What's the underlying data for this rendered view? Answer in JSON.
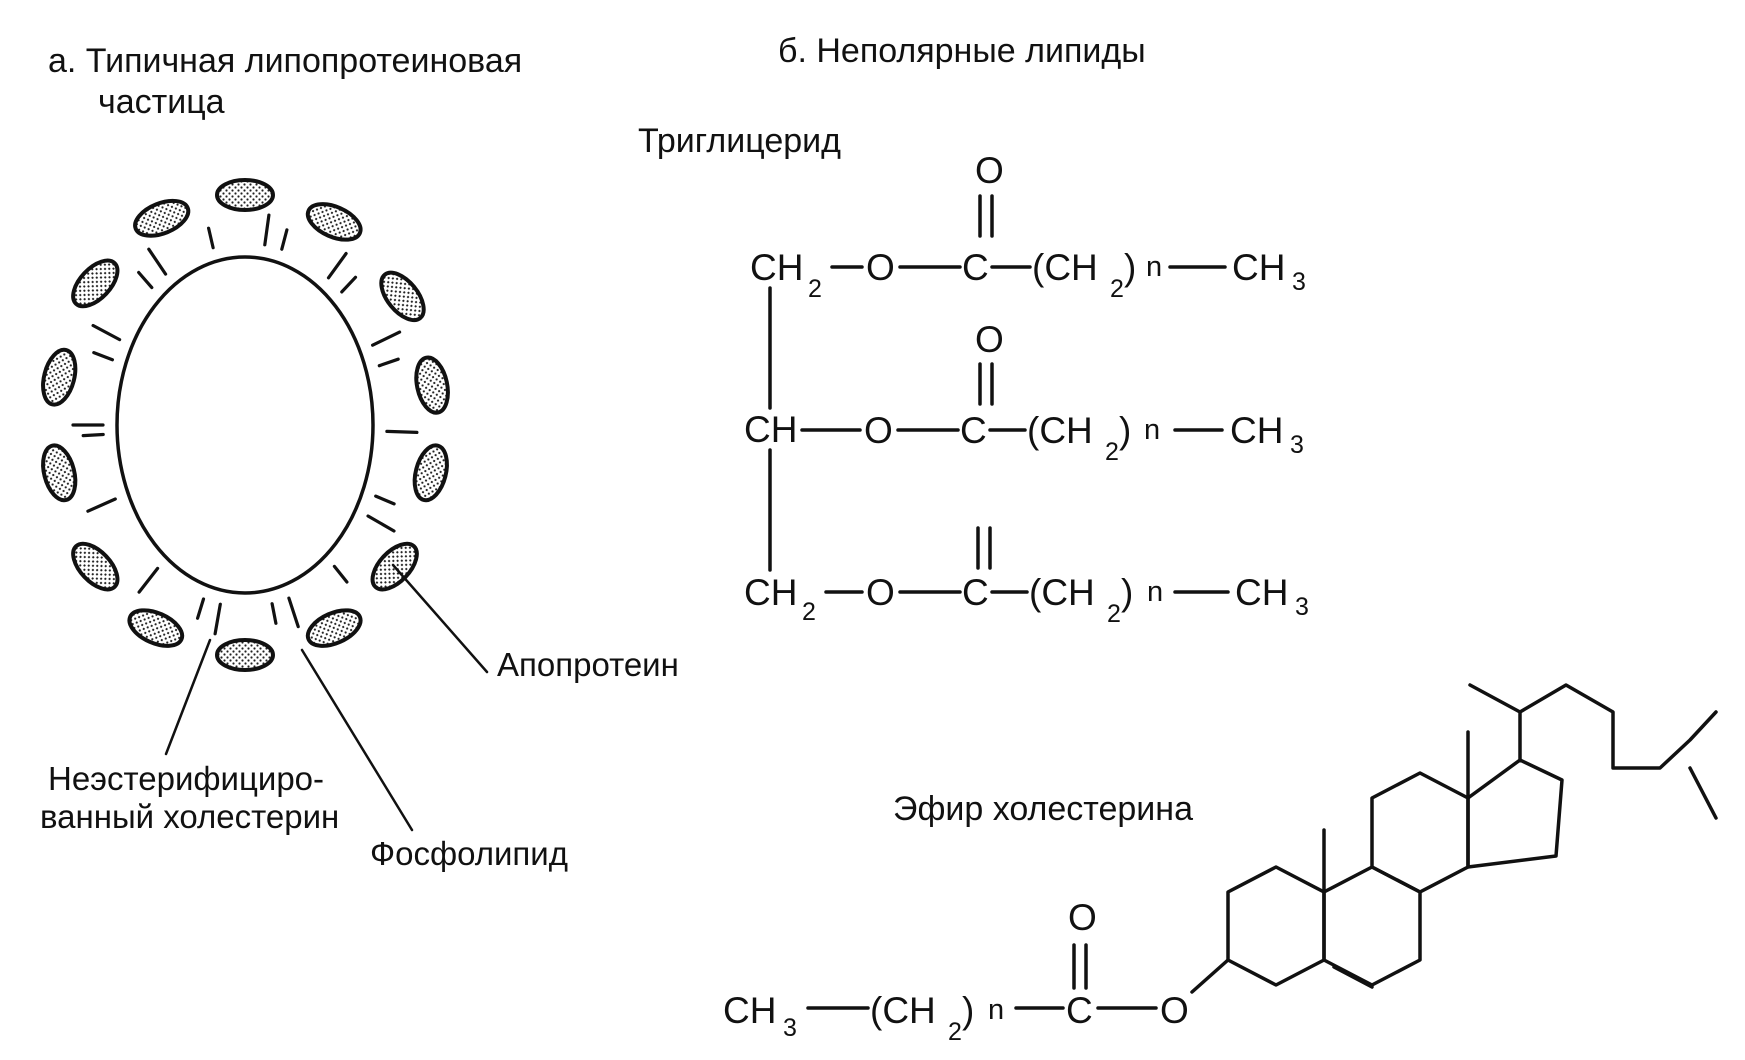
{
  "panel_a": {
    "title_line1": "а. Типичная липопротеиновая",
    "title_line2": "частица",
    "labels": {
      "apoprotein": "Апопротеин",
      "cholesterol_line1": "Неэстерифициро-",
      "cholesterol_line2": "ванный холестерин",
      "phospholipid": "Фосфолипид"
    }
  },
  "panel_b": {
    "title": "б. Неполярные липиды",
    "triglyceride": {
      "name": "Триглицерид",
      "O": "O",
      "CH2": "CH",
      "CH": "CH",
      "sub2": "2",
      "chain": "(CH",
      "close": ")",
      "n": "n",
      "CH3": "CH",
      "sub3": "3",
      "C": "C"
    },
    "cholesterol_ester": {
      "name": "Эфир холестерина",
      "CH3": "CH",
      "sub3": "3",
      "chain": "(CH",
      "sub2": "2",
      "close": ")",
      "n": "n",
      "C": "C",
      "O": "O"
    }
  },
  "colors": {
    "ink": "#111111",
    "background": "#ffffff"
  }
}
